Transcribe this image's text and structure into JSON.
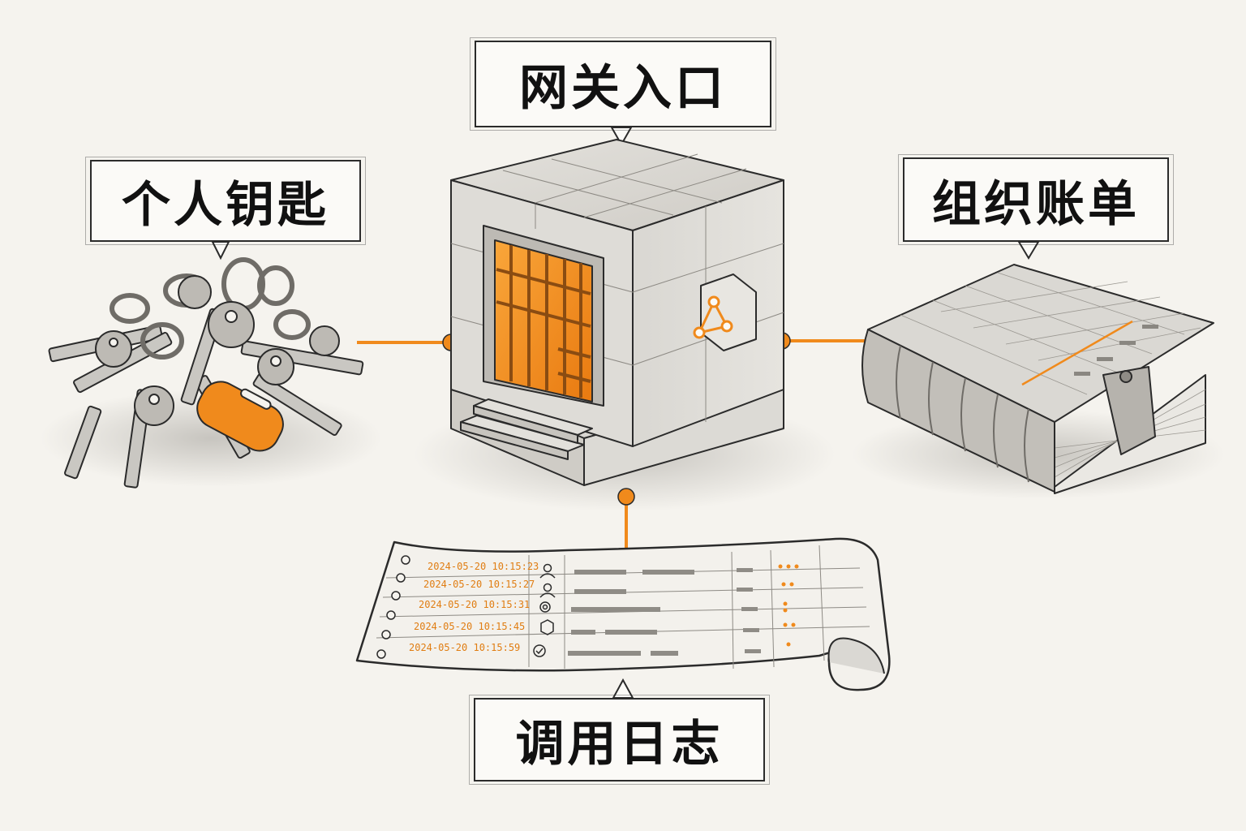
{
  "labels": {
    "gateway": "网关入口",
    "personal_keys": "个人钥匙",
    "org_billing": "组织账单",
    "call_logs": "调用日志"
  },
  "log_rows": [
    {
      "timestamp": "2024-05-20 10:15:23",
      "icon": "user-icon"
    },
    {
      "timestamp": "2024-05-20 10:15:27",
      "icon": "user-icon"
    },
    {
      "timestamp": "2024-05-20 10:15:31",
      "icon": "gear-icon"
    },
    {
      "timestamp": "2024-05-20 10:15:45",
      "icon": "cube-icon"
    },
    {
      "timestamp": "2024-05-20 10:15:59",
      "icon": "check-badge-icon"
    }
  ],
  "colors": {
    "accent": "#f08a1c",
    "ink": "#2b2b2b",
    "stone": "#d6d4cf",
    "paper": "#f5f3ee"
  }
}
